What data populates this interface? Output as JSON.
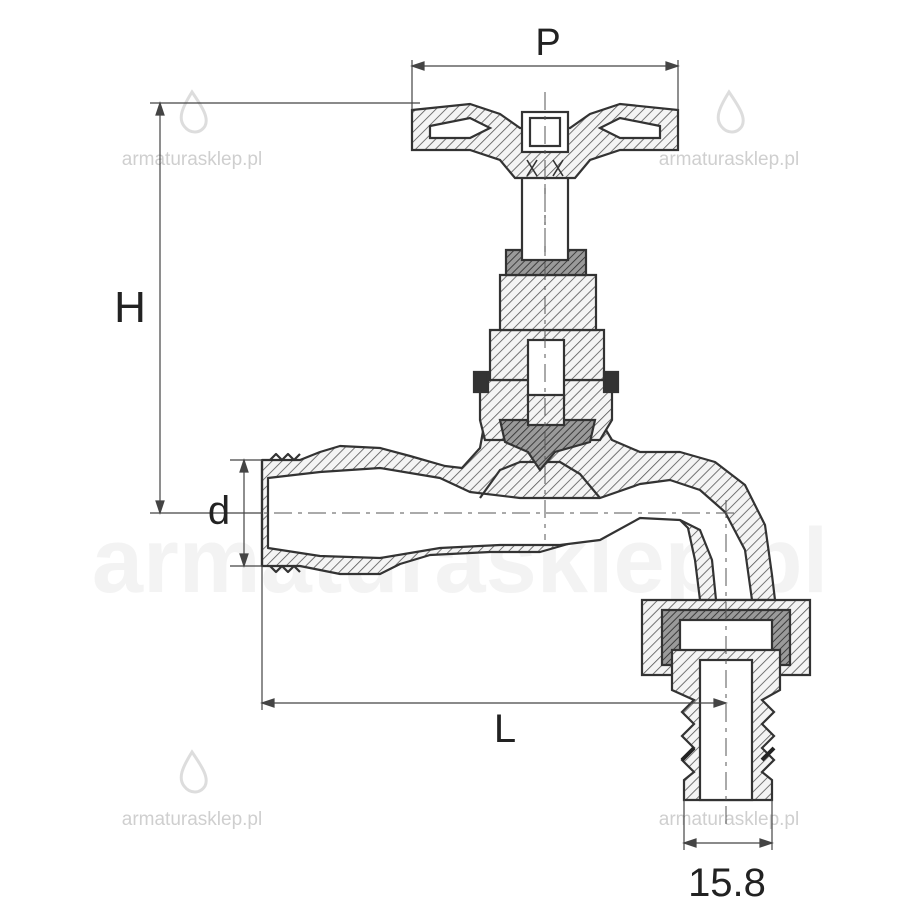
{
  "drawing": {
    "labels": {
      "p": "P",
      "h": "H",
      "d": "d",
      "l": "L",
      "outlet": "15.8"
    },
    "watermark": {
      "text": "armaturasklep.pl",
      "center_text": "armaturasklep.pl"
    }
  }
}
